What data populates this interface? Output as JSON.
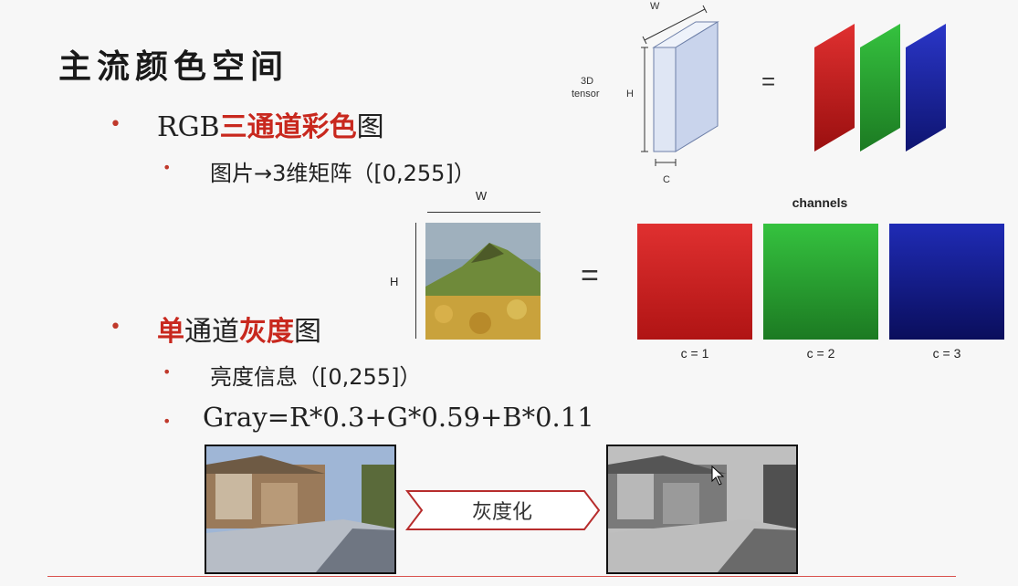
{
  "title": "主流颜色空间",
  "rgb": {
    "prefix": "RGB",
    "highlight1": "三通道",
    "highlight2": "彩色",
    "suffix": "图",
    "sub": "图片→3维矩阵（[0,255]）"
  },
  "gray": {
    "highlight1": "单",
    "mid": "通道",
    "highlight2": "灰度",
    "suffix": "图",
    "sub1": "亮度信息（[0,255]）",
    "sub2": "Gray=R*0.3+G*0.59+B*0.11"
  },
  "tensor": {
    "label": "3D\ntensor",
    "w": "W",
    "h": "H",
    "c": "C",
    "equals": "="
  },
  "channels": {
    "title": "channels",
    "w": "W",
    "h": "H",
    "equals": "=",
    "labels": [
      "c = 1",
      "c = 2",
      "c = 3"
    ],
    "colors": [
      "#d21f1f",
      "#22a12b",
      "#1a1e8c"
    ]
  },
  "transform": {
    "label": "灰度化"
  }
}
